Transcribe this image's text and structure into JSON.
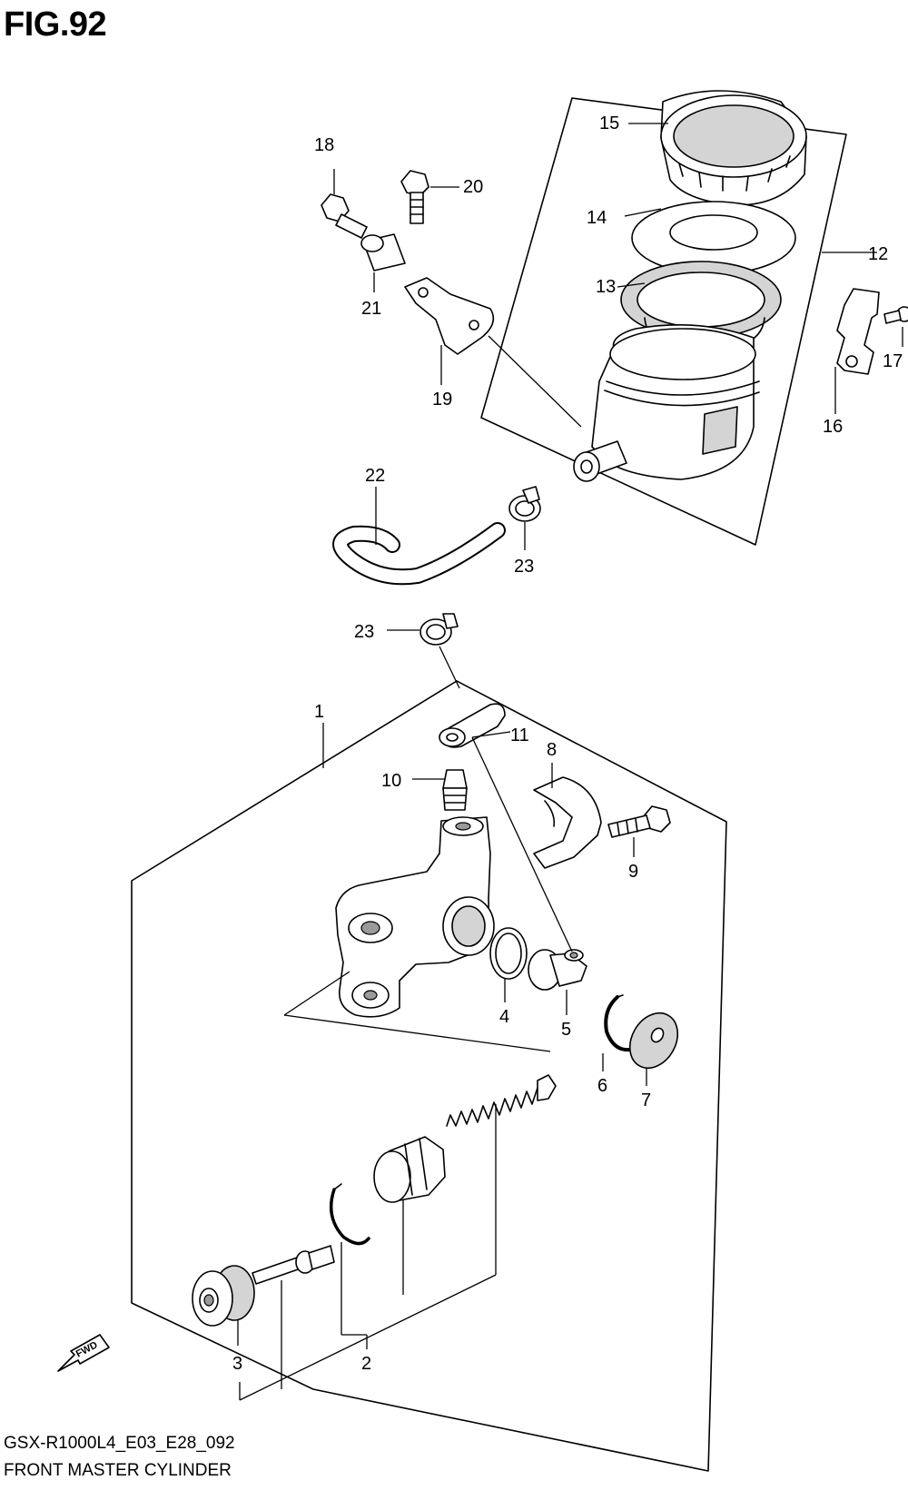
{
  "figure": {
    "title": "FIG.92",
    "code": "GSX-R1000L4_E03_E28_092",
    "caption": "FRONT MASTER CYLINDER"
  },
  "direction_marker": {
    "text": "FWD",
    "icon": "fwd-arrow-icon"
  },
  "callouts": [
    {
      "id": "1",
      "text": "1"
    },
    {
      "id": "2",
      "text": "2"
    },
    {
      "id": "3",
      "text": "3"
    },
    {
      "id": "4",
      "text": "4"
    },
    {
      "id": "5",
      "text": "5"
    },
    {
      "id": "6",
      "text": "6"
    },
    {
      "id": "7",
      "text": "7"
    },
    {
      "id": "8",
      "text": "8"
    },
    {
      "id": "9",
      "text": "9"
    },
    {
      "id": "10",
      "text": "10"
    },
    {
      "id": "11",
      "text": "11"
    },
    {
      "id": "12",
      "text": "12"
    },
    {
      "id": "13",
      "text": "13"
    },
    {
      "id": "14",
      "text": "14"
    },
    {
      "id": "15",
      "text": "15"
    },
    {
      "id": "16",
      "text": "16"
    },
    {
      "id": "17",
      "text": "17"
    },
    {
      "id": "18",
      "text": "18"
    },
    {
      "id": "19",
      "text": "19"
    },
    {
      "id": "20",
      "text": "20"
    },
    {
      "id": "21",
      "text": "21"
    },
    {
      "id": "22",
      "text": "22"
    },
    {
      "id": "23a",
      "text": "23"
    },
    {
      "id": "23b",
      "text": "23"
    }
  ]
}
